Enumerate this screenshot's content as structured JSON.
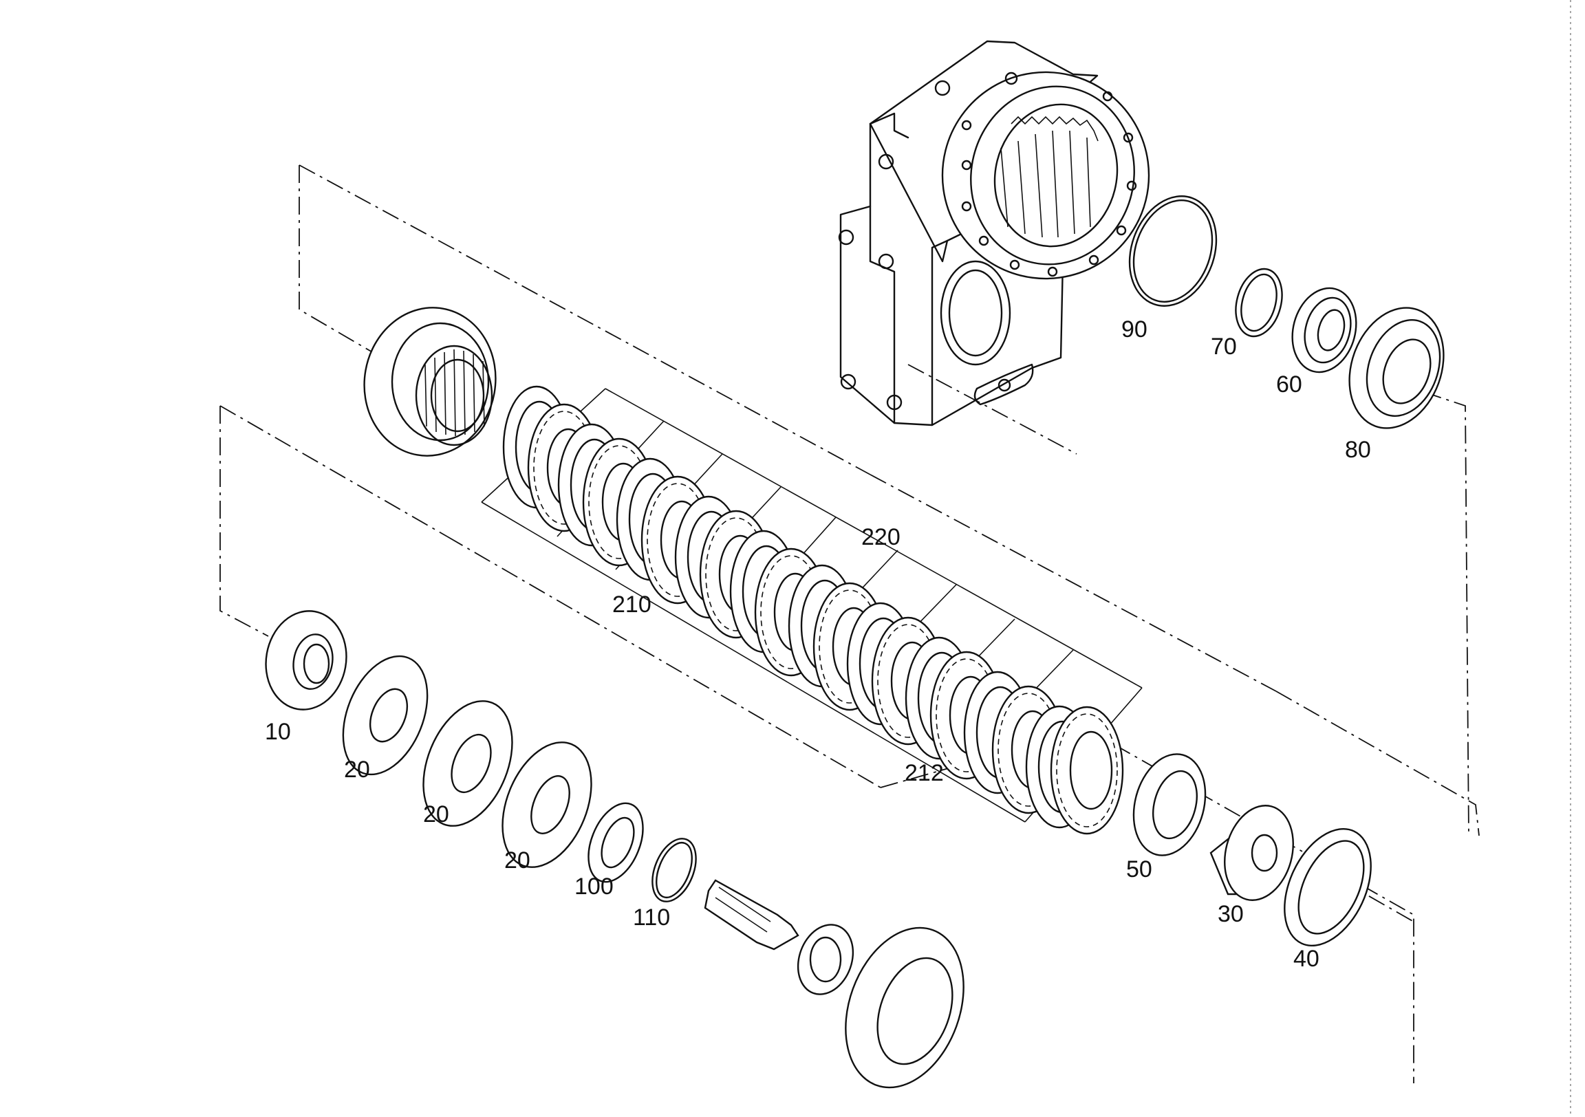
{
  "labels": {
    "p10": "10",
    "p20a": "20",
    "p20b": "20",
    "p20c": "20",
    "p30": "30",
    "p40": "40",
    "p50": "50",
    "p60": "60",
    "p70": "70",
    "p80": "80",
    "p90": "90",
    "p100": "100",
    "p110": "110",
    "p210": "210",
    "p212": "212",
    "p220": "220"
  }
}
